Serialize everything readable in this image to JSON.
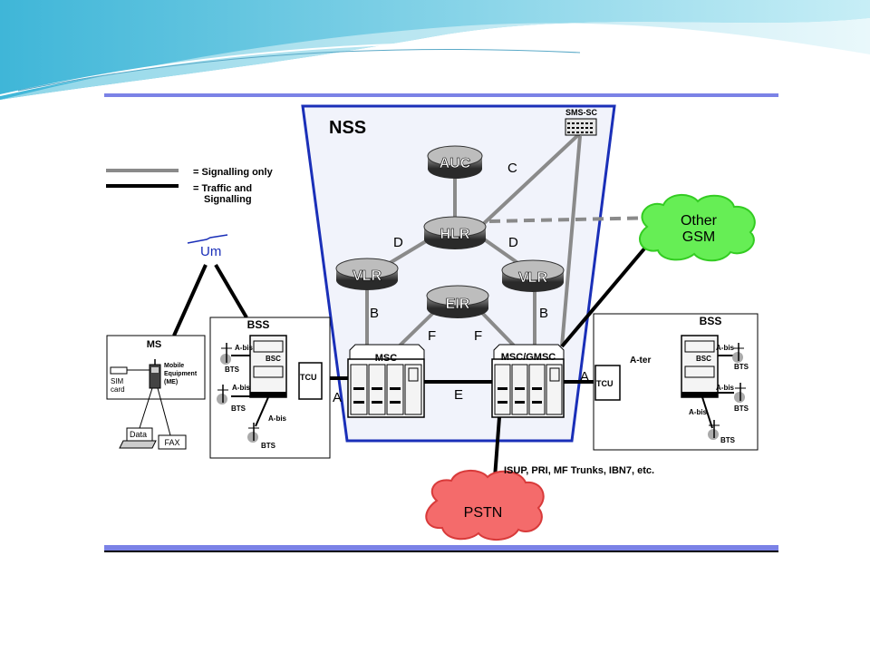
{
  "legend": {
    "signalling_only": "= Signalling only",
    "traffic_line1": "= Traffic and",
    "traffic_line2": "Signalling"
  },
  "nss": {
    "title": "NSS",
    "sms_sc": "SMS-SC",
    "auc": "AUC",
    "hlr": "HLR",
    "vlr_left": "VLR",
    "vlr_right": "VLR",
    "eir": "EIR",
    "msc": "MSC",
    "gmsc": "MSC/GMSC"
  },
  "interfaces": {
    "c": "C",
    "d_left": "D",
    "d_right": "D",
    "b_left": "B",
    "b_right": "B",
    "f_left": "F",
    "f_right": "F",
    "e": "E",
    "a_left": "A",
    "a_right": "A",
    "a_ter": "A-ter",
    "um": "Um"
  },
  "other_gsm": {
    "line1": "Other",
    "line2": "GSM"
  },
  "pstn": "PSTN",
  "trunks": "ISUP, PRI, MF Trunks, IBN7, etc.",
  "ms": {
    "title": "MS",
    "sim_line1": "SIM",
    "sim_line2": "card",
    "me_line1": "Mobile",
    "me_line2": "Equipment",
    "me_line3": "(ME)",
    "data": "Data",
    "fax": "FAX"
  },
  "bss_left": {
    "title": "BSS",
    "bsc": "BSC",
    "tcu": "TCU",
    "abis_1": "A-bis",
    "abis_2": "A-bis",
    "abis_3": "A-bis",
    "bts_1": "BTS",
    "bts_2": "BTS",
    "bts_3": "BTS"
  },
  "bss_right": {
    "title": "BSS",
    "bsc": "BSC",
    "tcu": "TCU",
    "abis_1": "A-bis",
    "abis_2": "A-bis",
    "abis_3": "A-bis",
    "bts_1": "BTS",
    "bts_2": "BTS",
    "bts_3": "BTS"
  },
  "colors": {
    "nss_border": "#1a2fb8",
    "nss_fill": "#f1f3fb",
    "signal_line": "#8a8a8a",
    "traffic_line": "#000000",
    "cloud_green": "#66ee55",
    "cloud_red": "#f46b6b",
    "rule_blue": "#7b82e6"
  }
}
